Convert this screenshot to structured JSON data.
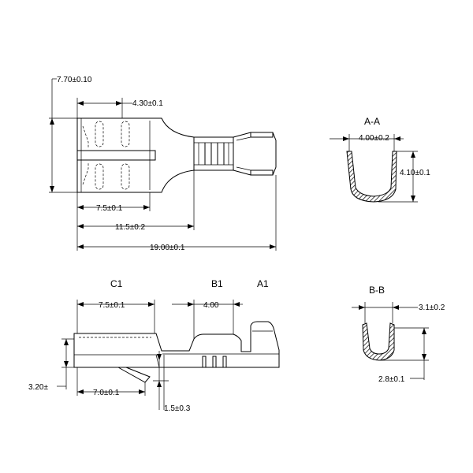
{
  "drawing": {
    "dimensions": {
      "overall_width": "7.70±0.10",
      "barrel_width": "4.30±0.1",
      "length_7_5_top": "7.5±0.1",
      "length_11_5": "11.5±0.2",
      "length_19": "19.00±0.1",
      "length_7_5_side": "7.5±0.1",
      "crimp_4": "4.00",
      "height_3_2": "3.20±",
      "length_7_0": "7.0±0.1",
      "offset_1_5": "1.5±0.3",
      "aa_width": "4.00±0.2",
      "aa_height": "4.10±0.1",
      "bb_width": "3.1±0.2",
      "bb_height": "2.8±0.1"
    },
    "section_labels": {
      "a_a": "A-A",
      "b_b": "B-B",
      "c1": "C1",
      "b1": "B1",
      "a1": "A1"
    }
  }
}
